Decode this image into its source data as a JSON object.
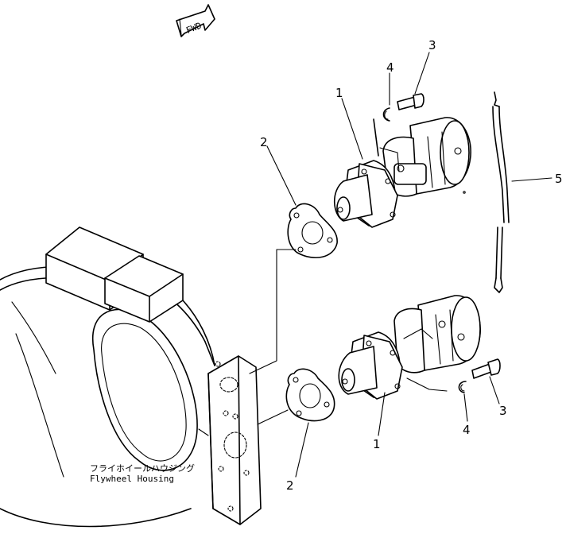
{
  "fwd_arrow": {
    "label": "FWD",
    "icon": "fwd-arrow-icon"
  },
  "housing": {
    "label_jp": "フライホイールハウジング",
    "label_en": "Flywheel  Housing"
  },
  "callouts": {
    "starter_upper": "1",
    "starter_lower": "1",
    "gasket_upper": "2",
    "gasket_lower": "2",
    "bolt_upper": "3",
    "bolt_lower": "3",
    "washer_upper": "4",
    "washer_lower": "4",
    "cable": "5"
  }
}
